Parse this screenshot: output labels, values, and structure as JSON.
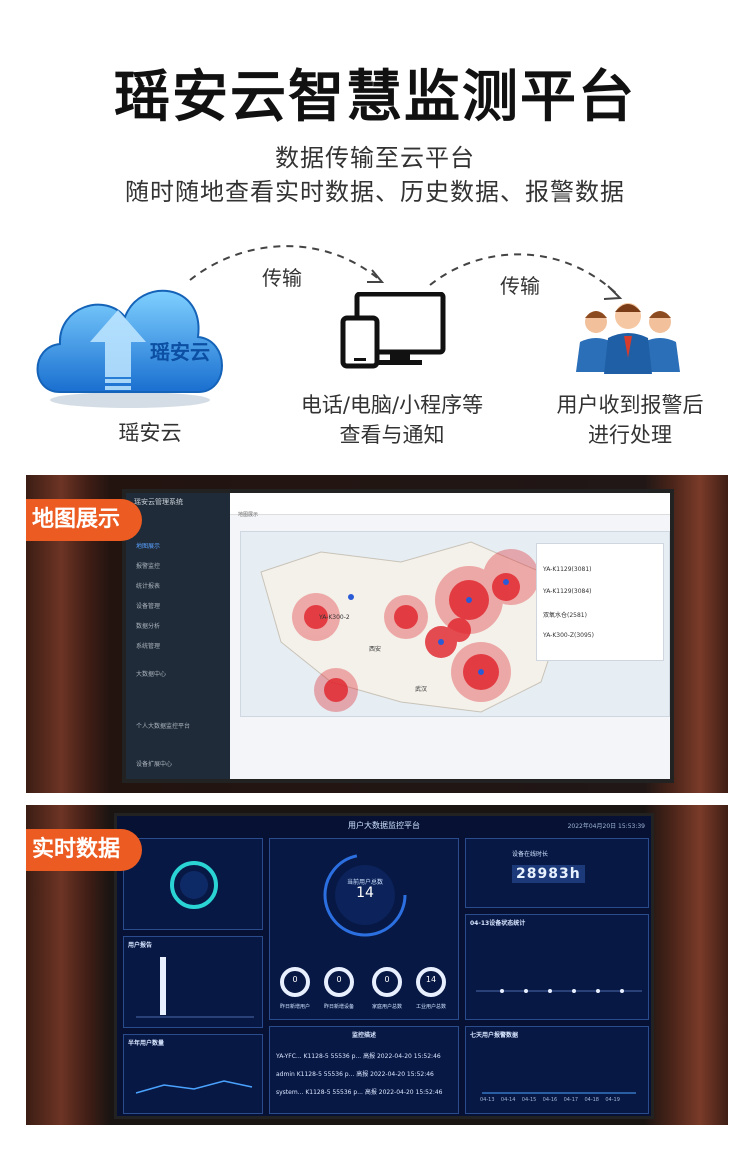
{
  "header": {
    "title": "瑶安云智慧监测平台",
    "subtitle_line1": "数据传输至云平台",
    "subtitle_line2": "随时随地查看实时数据、历史数据、报警数据"
  },
  "flow": {
    "arrow_label_1": "传输",
    "arrow_label_2": "传输",
    "cloud_badge": "瑶安云",
    "cloud_caption": "瑶安云",
    "device_caption_line1": "电话/电脑/小程序等",
    "device_caption_line2": "查看与通知",
    "user_caption_line1": "用户收到报警后",
    "user_caption_line2": "进行处理"
  },
  "section_map": {
    "tag": "地图展示",
    "app_title": "瑶安云管理系统",
    "tab": "地图展示",
    "menu": [
      "地图展示",
      "报警监控",
      "统计报表",
      "设备管理",
      "数据分析",
      "系统管理",
      "大数据中心",
      "个人大数据监控平台",
      "设备扩展中心"
    ],
    "devices": [
      "YA-K1129(3081)",
      "YA-K1129(3084)",
      "双氧水仓(2581)",
      "YA-K300-Z(3095)"
    ],
    "map_labels": [
      "YA-K300-2",
      "西安",
      "武汉"
    ]
  },
  "section_realtime": {
    "tag": "实时数据",
    "platform_title": "用户大数据监控平台",
    "timestamp": "2022年04月20日 15:53:39",
    "online_hours_label": "设备在线时长",
    "online_hours": "28983h",
    "current_users_label": "当前用户总数",
    "current_users": "14",
    "gauges": [
      {
        "value": "0",
        "label": "昨日新增用户"
      },
      {
        "value": "0",
        "label": "昨日新增设备"
      },
      {
        "value": "0",
        "label": "家庭用户总数"
      },
      {
        "value": "14",
        "label": "工业用户总数"
      }
    ],
    "panel_user_report": "用户报告",
    "panel_half_year": "半年用户数量",
    "panel_monitor": "监控描述",
    "panel_device_stats": "04-13设备状态统计",
    "panel_seven_days": "七天用户报警数据",
    "monitor_rows": [
      "YA-YFC...  K1128-5  55536 p...  高报  2022-04-20 15:52:46",
      "admin  K1128-5  55536 p...  高报  2022-04-20 15:52:46",
      "system...  K1128-5  55536 p...  高报  2022-04-20 15:52:46"
    ],
    "dates": [
      "04-13",
      "04-14",
      "04-15",
      "04-16",
      "04-17",
      "04-18",
      "04-19"
    ]
  },
  "colors": {
    "tag_orange": "#ec5b22",
    "map_alert_red": "#e0222a",
    "dashboard_bg": "#061134"
  }
}
